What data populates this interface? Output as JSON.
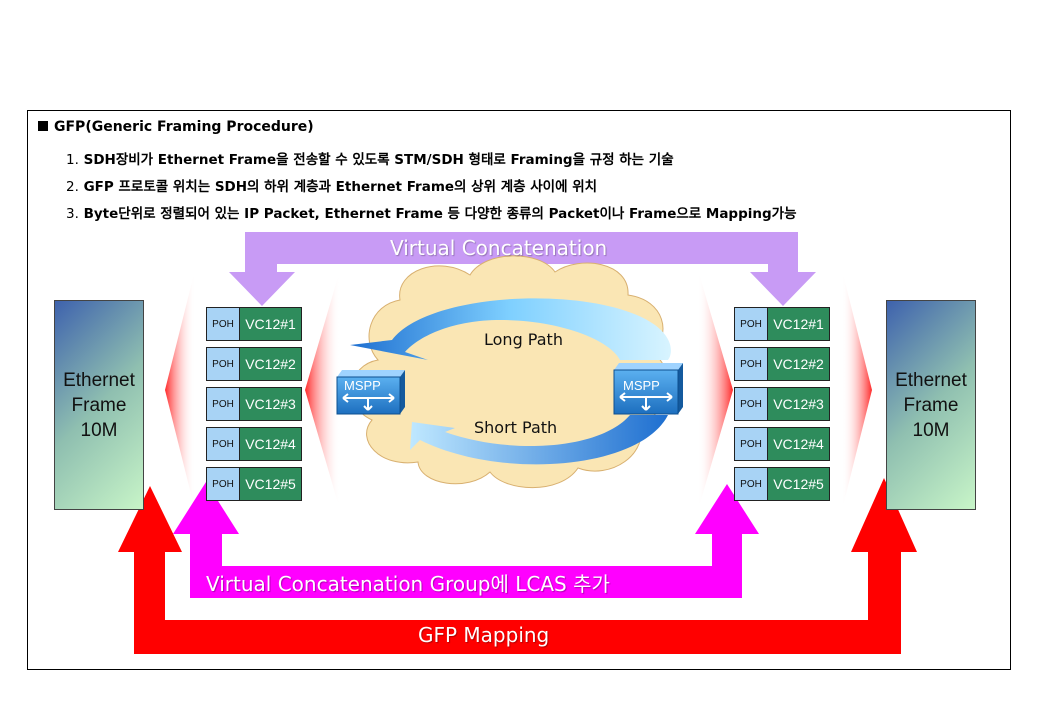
{
  "heading": "GFP(Generic  Framing Procedure)",
  "items": [
    {
      "num": "1.",
      "text": "SDH장비가 Ethernet Frame을 전송할 수 있도록 STM/SDH 형태로 Framing을 규정 하는 기술"
    },
    {
      "num": "2.",
      "text": "GFP 프로토콜 위치는 SDH의 하위 계층과 Ethernet Frame의 상위 계층 사이에 위치"
    },
    {
      "num": "3.",
      "text": "Byte단위로 정렬되어 있는 IP Packet, Ethernet Frame 등 다양한 종류의 Packet이나 Frame으로 Mapping가능"
    }
  ],
  "ethernet_left": "Ethernet\nFrame\n10M",
  "ethernet_right": "Ethernet\nFrame\n10M",
  "poh_label": "POH",
  "vc_left": [
    "VC12#1",
    "VC12#2",
    "VC12#3",
    "VC12#4",
    "VC12#5"
  ],
  "vc_right": [
    "VC12#1",
    "VC12#2",
    "VC12#3",
    "VC12#4",
    "VC12#5"
  ],
  "virtual_concatenation": "Virtual Concatenation",
  "lcas": "Virtual Concatenation Group에 LCAS 추가",
  "gfp_mapping": "GFP Mapping",
  "long_path": "Long Path",
  "short_path": "Short Path",
  "mspp_left": "MSPP",
  "mspp_right": "MSPP",
  "colors": {
    "vc_arrow": "#c89bf5",
    "lcas_arrow": "#ff00ff",
    "gfp_arrow": "#ff0000",
    "vc_green": "#2e8c5c",
    "poh_blue": "#a8d3f5",
    "cloud": "#fae6b4",
    "mspp_blue": "#2f8ad6"
  }
}
